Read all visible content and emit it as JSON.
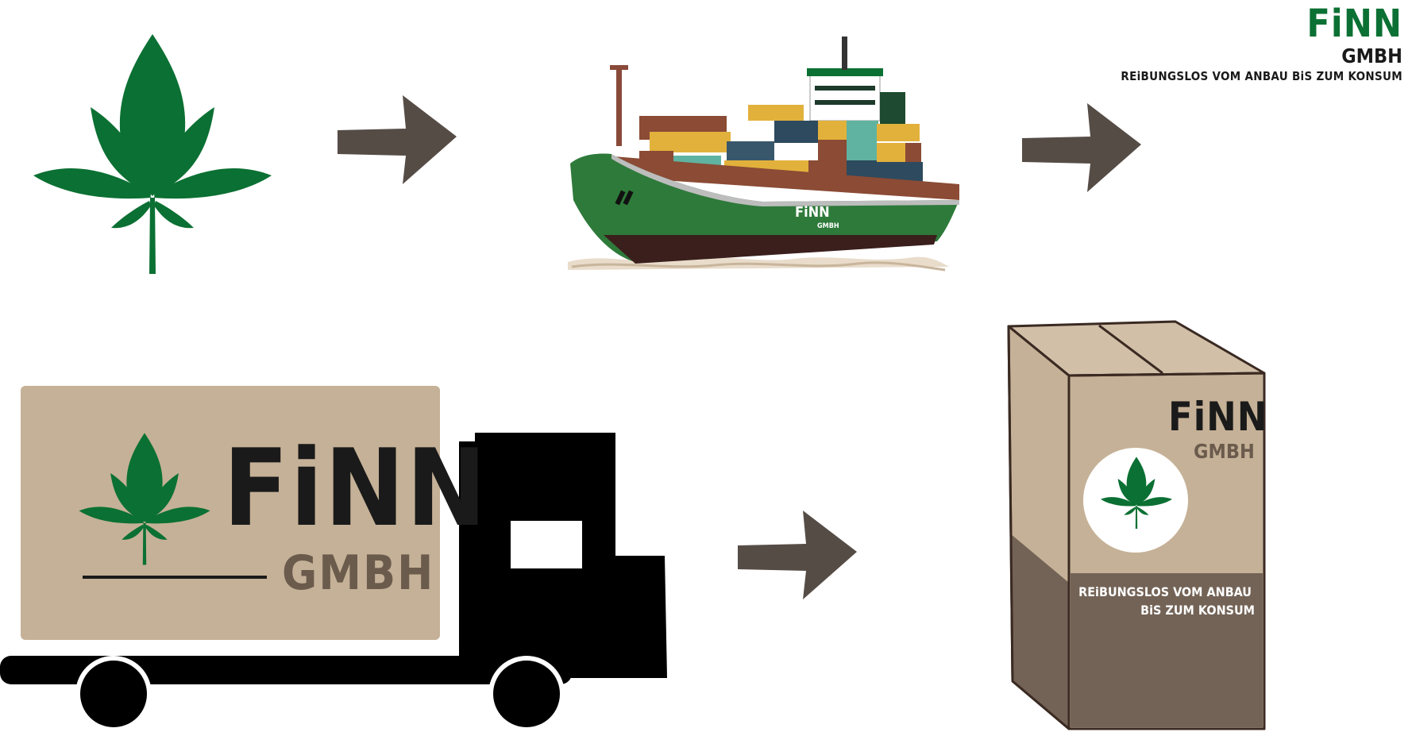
{
  "colors": {
    "brand_green": "#0b7033",
    "dark": "#1a1a1a",
    "arrow": "#564c46",
    "cardboard": "#c5b197",
    "cardboard_dark": "#736356",
    "gmbh_brown": "#6b5b4d"
  },
  "brand": {
    "name": "FiNN",
    "sub": "GMBH",
    "tagline": "REiBUNGSLOS VOM ANBAU BiS ZUM KONSUM"
  },
  "ship": {
    "name": "FiNN",
    "sub": "GMBH"
  },
  "truck": {
    "name": "FiNN",
    "sub": "GMBH"
  },
  "package": {
    "name": "FiNN",
    "sub": "GMBH",
    "tagline_line1": "REiBUNGSLOS VOM ANBAU",
    "tagline_line2": "BiS ZUM KONSUM"
  },
  "icons": {
    "leaf": "cannabis-leaf-icon",
    "ship": "cargo-ship-icon",
    "truck": "delivery-truck-icon",
    "package": "cardboard-box-icon",
    "arrow": "arrow-right-icon"
  }
}
